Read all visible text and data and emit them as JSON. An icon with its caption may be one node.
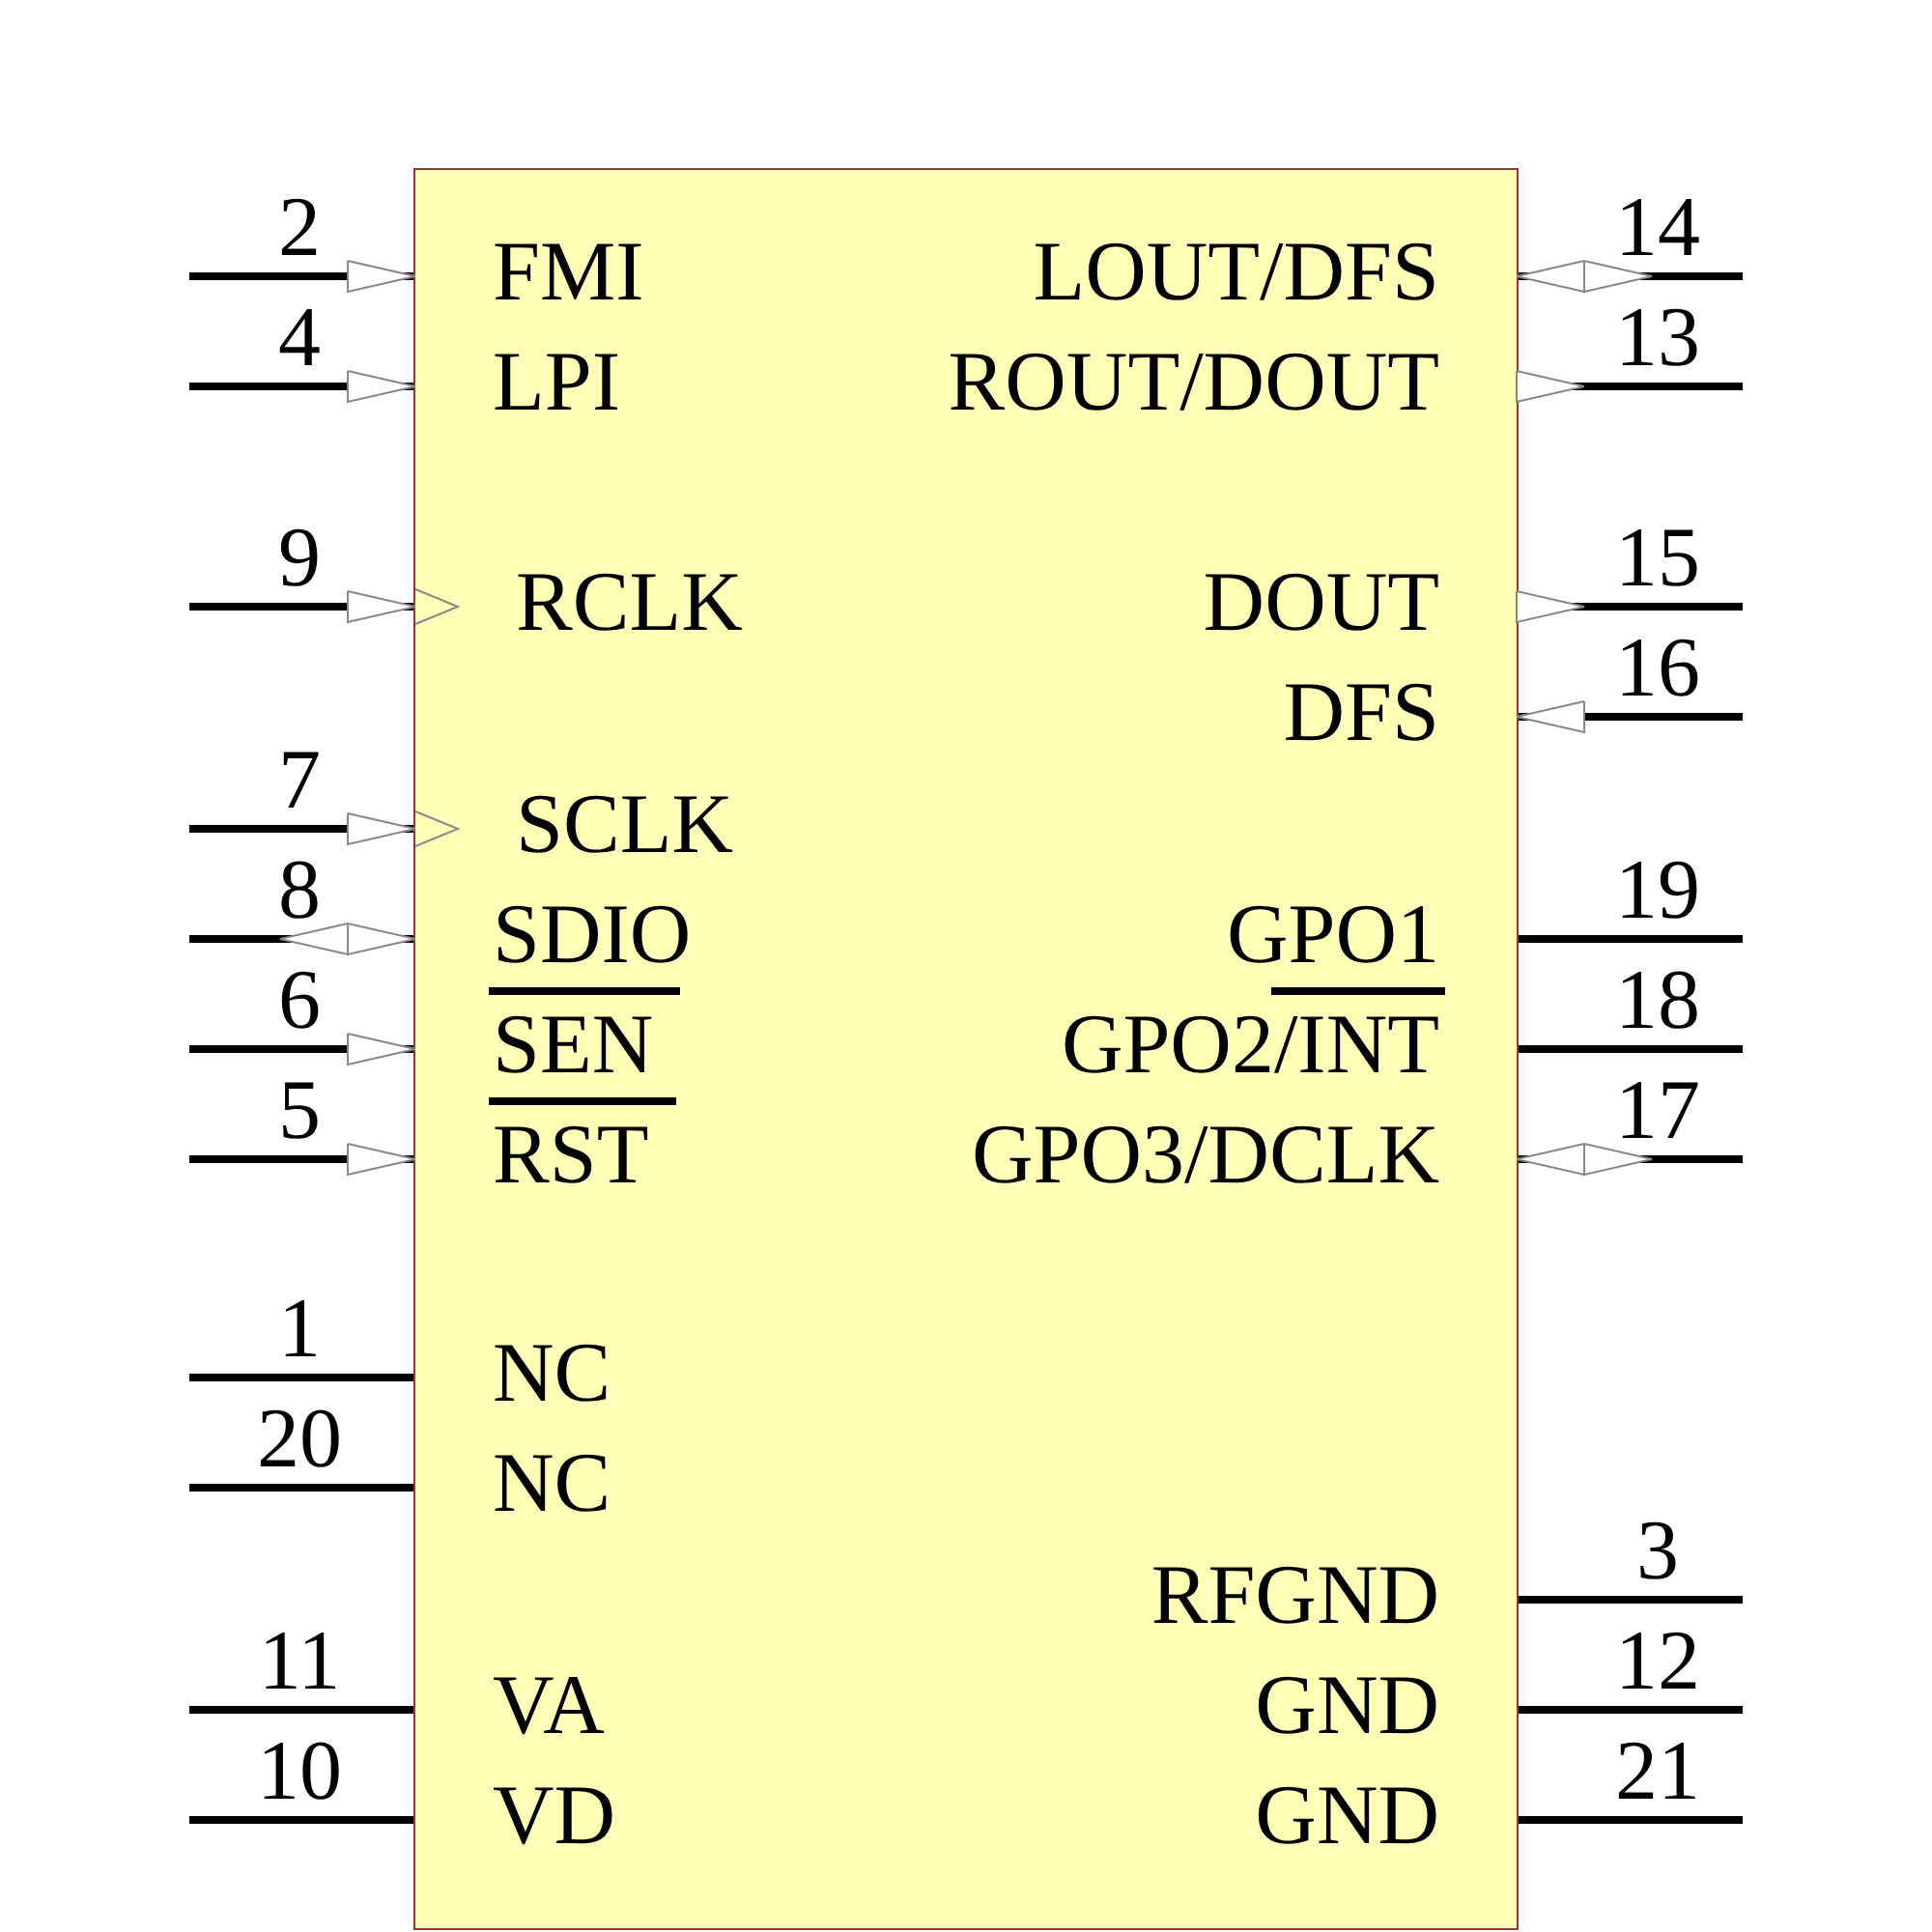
{
  "diagram": {
    "labels": [
      "2",
      "FMI",
      "LOUT/DFS",
      "14",
      "4",
      "LPI",
      "ROUT/DOUT",
      "13",
      "9",
      "RCLK",
      "DOUT",
      "15",
      "DFS",
      "16",
      "7",
      "SCLK",
      "8",
      "SDIO",
      "GPO1",
      "19",
      "6",
      "SEN",
      "GPO2/INT",
      "18",
      "5",
      "RST",
      "GPO3/DCLK",
      "17",
      "1",
      "NC",
      "20",
      "NC",
      "RFGND",
      "3",
      "11",
      "VA",
      "GND",
      "12",
      "10",
      "VD",
      "GND",
      "21"
    ]
  }
}
